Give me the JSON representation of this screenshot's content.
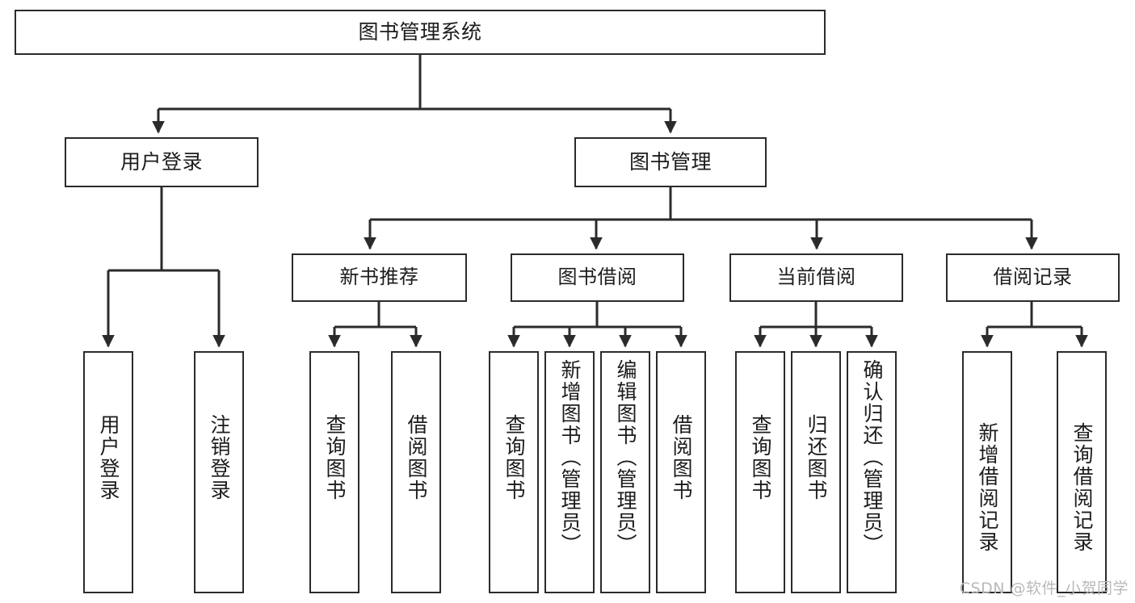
{
  "diagram": {
    "type": "tree",
    "title": "图书管理系统",
    "root": {
      "id": "root",
      "label": "图书管理系统"
    },
    "level1": [
      {
        "id": "user-login",
        "label": "用户登录"
      },
      {
        "id": "book-manage",
        "label": "图书管理"
      }
    ],
    "level2": [
      {
        "id": "new-book-rec",
        "label": "新书推荐",
        "parent": "book-manage"
      },
      {
        "id": "book-borrow",
        "label": "图书借阅",
        "parent": "book-manage"
      },
      {
        "id": "current-borrow",
        "label": "当前借阅",
        "parent": "book-manage"
      },
      {
        "id": "borrow-record",
        "label": "借阅记录",
        "parent": "book-manage"
      }
    ],
    "leaves": [
      {
        "id": "leaf-user-login",
        "label": "用户登录",
        "parent": "user-login"
      },
      {
        "id": "leaf-logout",
        "label": "注销登录",
        "parent": "user-login"
      },
      {
        "id": "leaf-query-book-1",
        "label": "查询图书",
        "parent": "new-book-rec"
      },
      {
        "id": "leaf-borrow-book-1",
        "label": "借阅图书",
        "parent": "new-book-rec"
      },
      {
        "id": "leaf-query-book-2",
        "label": "查询图书",
        "parent": "book-borrow"
      },
      {
        "id": "leaf-add-book",
        "label": "新增图书（管理员）",
        "parent": "book-borrow"
      },
      {
        "id": "leaf-edit-book",
        "label": "编辑图书（管理员）",
        "parent": "book-borrow"
      },
      {
        "id": "leaf-borrow-book-2",
        "label": "借阅图书",
        "parent": "book-borrow"
      },
      {
        "id": "leaf-query-book-3",
        "label": "查询图书",
        "parent": "current-borrow"
      },
      {
        "id": "leaf-return-book",
        "label": "归还图书",
        "parent": "current-borrow"
      },
      {
        "id": "leaf-confirm-return",
        "label": "确认归还（管理员）",
        "parent": "current-borrow"
      },
      {
        "id": "leaf-add-record",
        "label": "新增借阅记录",
        "parent": "borrow-record"
      },
      {
        "id": "leaf-query-record",
        "label": "查询借阅记录",
        "parent": "borrow-record"
      }
    ],
    "colors": {
      "stroke": "#2b2b2b",
      "fill": "#ffffff",
      "text": "#1c1c1c",
      "watermark": "#b9b9b9"
    }
  },
  "watermark": {
    "text": "CSDN @软件_小贺同学"
  }
}
